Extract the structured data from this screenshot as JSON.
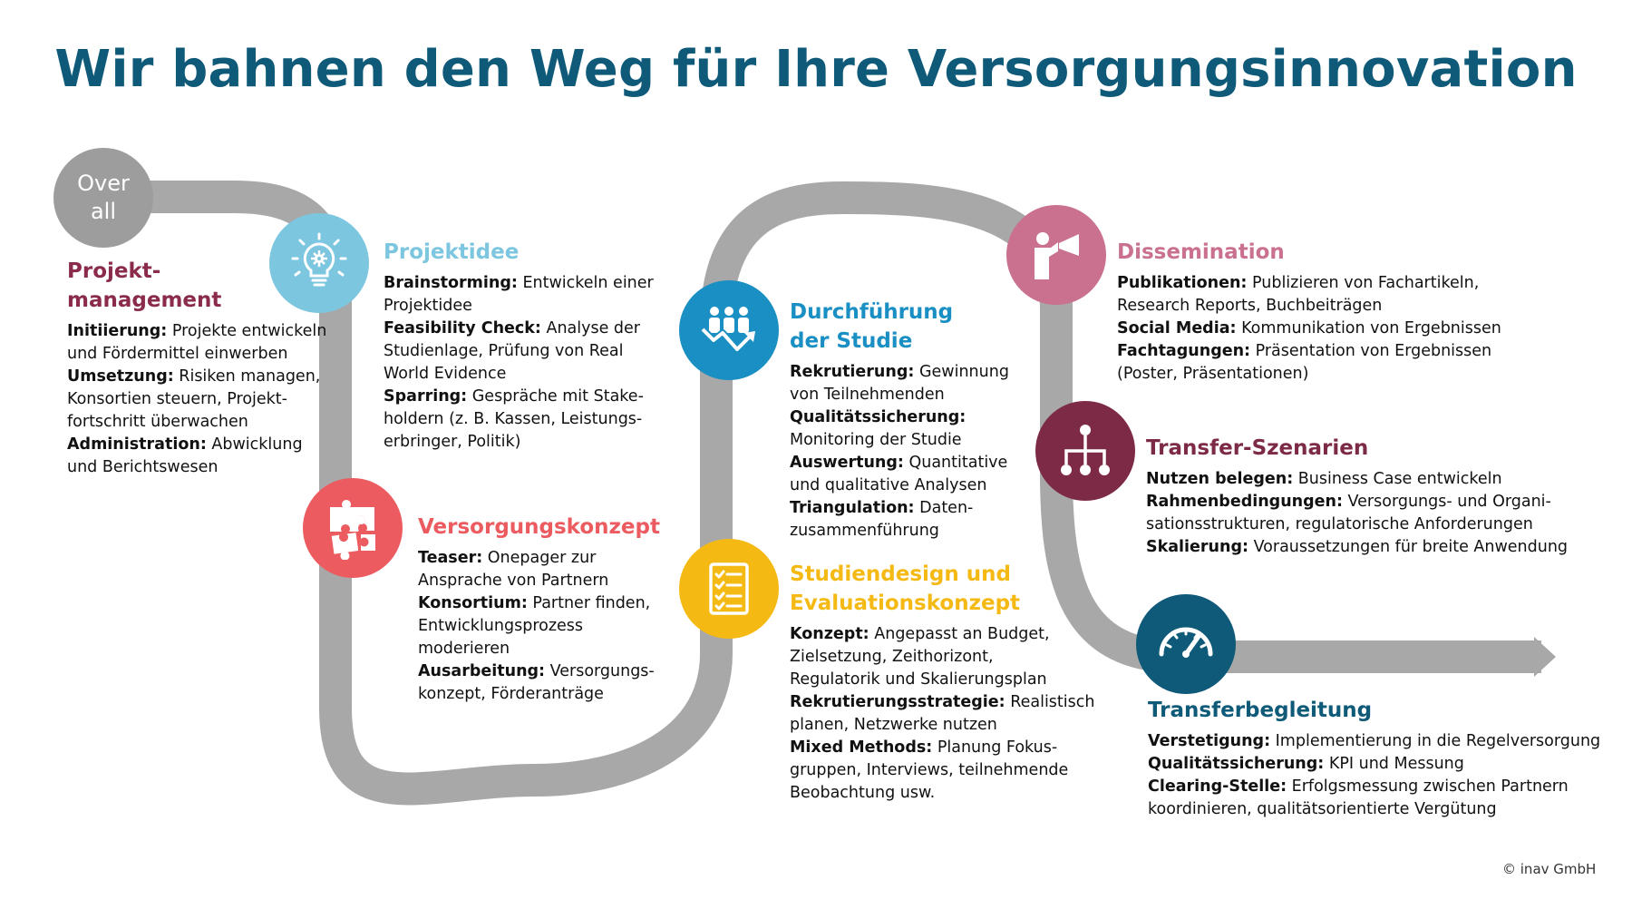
{
  "title": "Wir bahnen den Weg für Ihre Versorgungsinnovation",
  "copyright": "© inav GmbH",
  "colors": {
    "title": "#0e5a78",
    "road": "#a8a8a8",
    "overall": "#9d9d9d",
    "projektmanagement": "#8a2b4b",
    "projektidee": "#7dc6df",
    "versorgungskonzept": "#eb5b5f",
    "durchfuehrung": "#1a8fc3",
    "studiendesign": "#f5b914",
    "dissemination": "#c9718f",
    "transfer": "#7d2a46",
    "transferbegleitung": "#0e5a78"
  },
  "overall": {
    "line1": "Over",
    "line2": "all"
  },
  "sections": {
    "projektmanagement": {
      "title_line1": "Projekt-",
      "title_line2": "management",
      "items": [
        {
          "label": "Initiierung:",
          "lines": [
            " Projekte entwickeln",
            "und Fördermittel einwerben"
          ]
        },
        {
          "label": "Umsetzung:",
          "lines": [
            " Risiken managen,",
            "Konsortien steuern, Projekt-",
            "fortschritt überwachen"
          ]
        },
        {
          "label": "Administration:",
          "lines": [
            " Abwicklung",
            "und Berichtswesen"
          ]
        }
      ]
    },
    "projektidee": {
      "icon": "lightbulb-gear-icon",
      "title_line1": "Projektidee",
      "items": [
        {
          "label": "Brainstorming:",
          "lines": [
            " Entwickeln einer",
            "Projektidee"
          ]
        },
        {
          "label": "Feasibility Check:",
          "lines": [
            " Analyse der",
            "Studienlage, Prüfung von Real",
            "World Evidence"
          ]
        },
        {
          "label": "Sparring:",
          "lines": [
            " Gespräche mit Stake-",
            "holdern (z. B. Kassen, Leistungs-",
            "erbringer, Politik)"
          ]
        }
      ]
    },
    "versorgungskonzept": {
      "icon": "puzzle-icon",
      "title_line1": "Versorgungskonzept",
      "items": [
        {
          "label": "Teaser:",
          "lines": [
            " Onepager zur",
            "Ansprache von Partnern"
          ]
        },
        {
          "label": "Konsortium:",
          "lines": [
            " Partner finden,",
            "Entwicklungsprozess",
            "moderieren"
          ]
        },
        {
          "label": "Ausarbeitung:",
          "lines": [
            " Versorgungs-",
            "konzept, Förderanträge"
          ]
        }
      ]
    },
    "durchfuehrung": {
      "icon": "people-chart-icon",
      "title_line1": "Durchführung",
      "title_line2": "der Studie",
      "items": [
        {
          "label": "Rekrutierung:",
          "lines": [
            " Gewinnung",
            "von Teilnehmenden"
          ]
        },
        {
          "label": "Qualitätssicherung:",
          "lines": [
            "",
            "Monitoring der Studie"
          ]
        },
        {
          "label": "Auswertung:",
          "lines": [
            " Quantitative",
            "und qualitative Analysen"
          ]
        },
        {
          "label": "Triangulation:",
          "lines": [
            " Daten-",
            "zusammenführung"
          ]
        }
      ]
    },
    "studiendesign": {
      "icon": "checklist-icon",
      "title_line1": "Studiendesign und",
      "title_line2": "Evaluationskonzept",
      "items": [
        {
          "label": "Konzept:",
          "lines": [
            " Angepasst an Budget,",
            "Zielsetzung, Zeithorizont,",
            "Regulatorik und Skalierungsplan"
          ]
        },
        {
          "label": "Rekrutierungsstrategie:",
          "lines": [
            " Realistisch",
            "planen, Netzwerke nutzen"
          ]
        },
        {
          "label": "Mixed Methods:",
          "lines": [
            " Planung Fokus-",
            "gruppen, Interviews, teilnehmende",
            "Beobachtung usw."
          ]
        }
      ]
    },
    "dissemination": {
      "icon": "megaphone-person-icon",
      "title_line1": "Dissemination",
      "items": [
        {
          "label": "Publikationen:",
          "lines": [
            " Publizieren von Fachartikeln,",
            "Research Reports, Buchbeiträgen"
          ]
        },
        {
          "label": "Social Media:",
          "lines": [
            " Kommunikation von Ergebnissen"
          ]
        },
        {
          "label": "Fachtagungen:",
          "lines": [
            " Präsentation von Ergebnissen",
            "(Poster, Präsentationen)"
          ]
        }
      ]
    },
    "transfer": {
      "icon": "hierarchy-icon",
      "title_line1": "Transfer-Szenarien",
      "items": [
        {
          "label": "Nutzen belegen:",
          "lines": [
            " Business Case entwickeln"
          ]
        },
        {
          "label": "Rahmenbedingungen:",
          "lines": [
            " Versorgungs- und Organi-",
            "sationsstrukturen, regulatorische Anforderungen"
          ]
        },
        {
          "label": "Skalierung:",
          "lines": [
            " Voraussetzungen für breite Anwendung"
          ]
        }
      ]
    },
    "transferbegleitung": {
      "icon": "speedometer-icon",
      "title_line1": "Transferbegleitung",
      "items": [
        {
          "label": "Verstetigung:",
          "lines": [
            " Implementierung in die Regelversorgung"
          ]
        },
        {
          "label": "Qualitätssicherung:",
          "lines": [
            " KPI und Messung"
          ]
        },
        {
          "label": "Clearing-Stelle:",
          "lines": [
            " Erfolgsmessung zwischen Partnern",
            "koordinieren, qualitätsorientierte Vergütung"
          ]
        }
      ]
    }
  }
}
